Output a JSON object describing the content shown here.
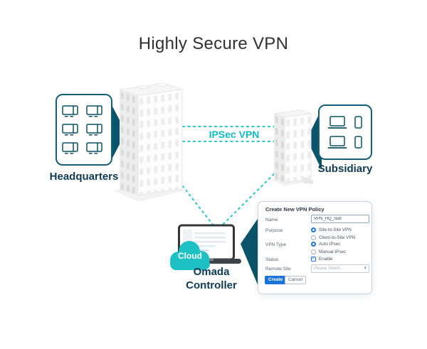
{
  "title": "Highly Secure VPN",
  "connection": {
    "label": "IPSec VPN"
  },
  "nodes": {
    "headquarters": {
      "label": "Headquarters"
    },
    "subsidiary": {
      "label": "Subsidiary"
    },
    "controller": {
      "cloud": "Cloud",
      "line1": "Omada",
      "line2": "Controller"
    }
  },
  "icons": [
    "monitor-icon",
    "laptop-icon",
    "phone-icon",
    "cloud-icon",
    "building-icon"
  ],
  "colors": {
    "teal_dash": "#30c5cb",
    "teal_text": "#12bcc4",
    "dark_teal": "#0b5368",
    "navy_label": "#0f3a52",
    "cloud_teal": "#1dc1c3",
    "accent_blue": "#1b74da",
    "panel_border": "#c7d3de"
  },
  "panel": {
    "title": "Create New VPN Policy",
    "name": {
      "label": "Name",
      "value": "VPN_HQ_Sub"
    },
    "purpose": {
      "label": "Purpose",
      "options": [
        {
          "label": "Site-to-Site VPN",
          "selected": true
        },
        {
          "label": "Client-to-Site VPN",
          "selected": false
        }
      ]
    },
    "vpn_type": {
      "label": "VPN Type",
      "options": [
        {
          "label": "Auto IPsec",
          "selected": true
        },
        {
          "label": "Manual IPsec",
          "selected": false
        }
      ]
    },
    "status": {
      "label": "Status",
      "option": "Enable",
      "checked": true
    },
    "remote_site": {
      "label": "Remote Site",
      "placeholder": "Please Select..."
    },
    "buttons": {
      "create": "Create",
      "cancel": "Cancel"
    }
  }
}
